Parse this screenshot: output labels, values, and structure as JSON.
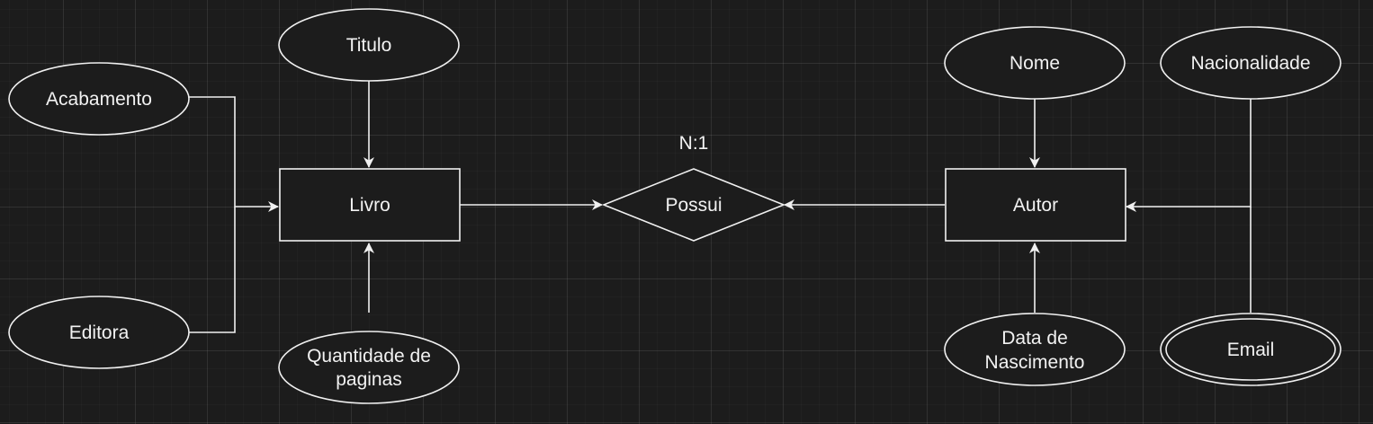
{
  "diagram": {
    "colors": {
      "background": "#1c1c1c",
      "stroke": "#f0f0f0",
      "text": "#f2f2f2"
    },
    "entities": {
      "livro": "Livro",
      "autor": "Autor"
    },
    "relationship": {
      "label": "Possui",
      "cardinality": "N:1"
    },
    "attributes": {
      "titulo": "Titulo",
      "acabamento": "Acabamento",
      "editora": "Editora",
      "quantidade_line1": "Quantidade de",
      "quantidade_line2": "paginas",
      "nome": "Nome",
      "nacionalidade": "Nacionalidade",
      "data_line1": "Data de",
      "data_line2": "Nascimento",
      "email": "Email"
    }
  }
}
